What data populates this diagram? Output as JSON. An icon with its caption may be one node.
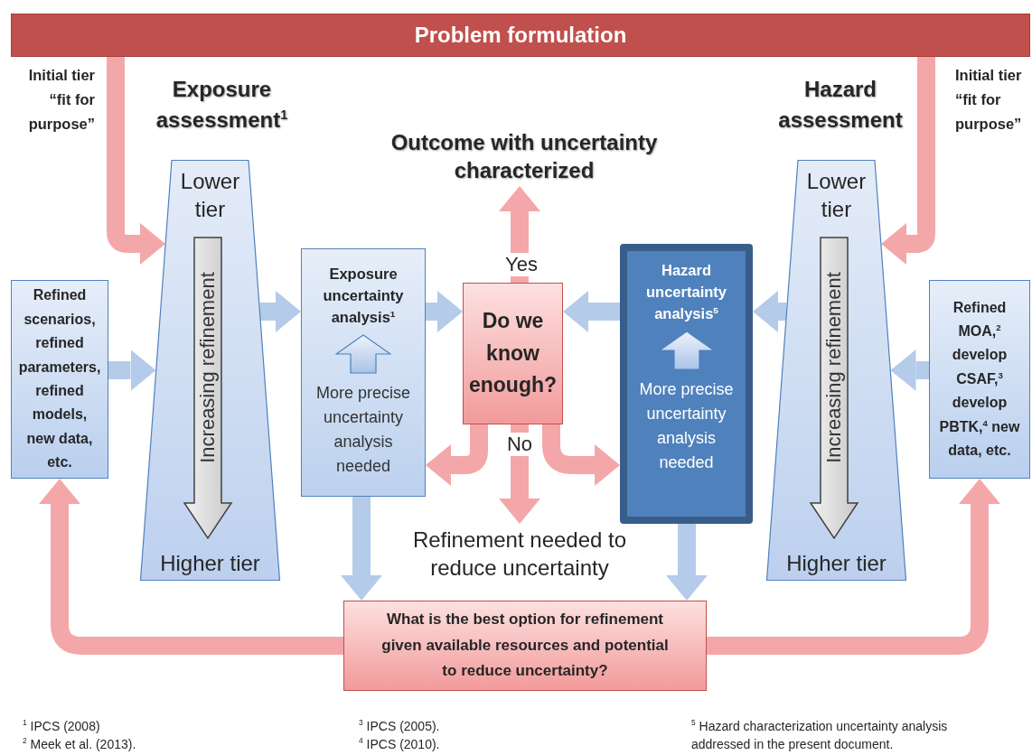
{
  "diagram": {
    "nodes": [
      {
        "text": [
          "Problem formulation"
        ]
      },
      {
        "text": [
          "Lower tier",
          "Higher tier"
        ]
      },
      {
        "text": [
          "Increasing refinement"
        ],
        "in": 1
      },
      {
        "text": [
          "Refined scenarios, refined parameters, refined models, new data, etc."
        ]
      },
      {
        "text": [
          "Exposure uncertainty analysis$^{1}$",
          "More precise uncertainty analysis needed"
        ]
      },
      {
        "text": [
          "Do we know enough?"
        ]
      },
      {
        "text": [
          "Hazard uncertainty analysis$^{5}$",
          "More precise uncertainty analysis needed"
        ]
      },
      {
        "text": [
          "Lower tier",
          "Higher tier"
        ]
      },
      {
        "text": [
          "Increasing refinement"
        ],
        "in": 7
      },
      {
        "text": [
          "Refined MOA,$^{2}$ develop CSAF,$^{3}$ develop PBTK,$^{4}$ new data, etc."
        ]
      },
      {
        "text": [
          "Outcome with uncertainty characterized"
        ]
      },
      {
        "text": [
          "Refinement needed to reduce uncertainty"
        ]
      },
      {
        "text": [
          "What is the best option for refinement given available resources and potential to reduce uncertainty?"
        ]
      }
    ],
    "edges": [
      {
        "from": 0,
        "to": 1,
        "arrow": "to",
        "color": "#f4a7a9"
      },
      {
        "from": 0,
        "to": 7,
        "arrow": "to",
        "color": "#f4a7a9"
      },
      {
        "from": 3,
        "to": 1,
        "arrow": "to",
        "color": "#b4cbea"
      },
      {
        "from": 1,
        "to": 4,
        "arrow": "to",
        "color": "#b4cbea"
      },
      {
        "from": 4,
        "to": 5,
        "arrow": "to",
        "color": "#b4cbea"
      },
      {
        "from": 6,
        "to": 5,
        "arrow": "to",
        "color": "#b4cbea"
      },
      {
        "from": 7,
        "to": 6,
        "arrow": "to",
        "color": "#b4cbea"
      },
      {
        "from": 9,
        "to": 7,
        "arrow": "to",
        "color": "#b4cbea"
      },
      {
        "from": 5,
        "to": 10,
        "arrow": "to",
        "label": "Yes",
        "color": "#f4a7a9"
      },
      {
        "from": 5,
        "to": 4,
        "arrow": "to",
        "color": "#f4a7a9"
      },
      {
        "from": 5,
        "to": 6,
        "arrow": "to",
        "color": "#f4a7a9"
      },
      {
        "from": 5,
        "to": 11,
        "arrow": "to",
        "label": "No",
        "color": "#f4a7a9"
      },
      {
        "from": 4,
        "to": 12,
        "arrow": "to",
        "color": "#b4cbea"
      },
      {
        "from": 6,
        "to": 12,
        "arrow": "to",
        "color": "#b4cbea"
      },
      {
        "from": 12,
        "to": 3,
        "arrow": "to",
        "color": "#f4a7a9"
      },
      {
        "from": 12,
        "to": 9,
        "arrow": "to",
        "color": "#f4a7a9"
      }
    ],
    "labels": [
      "Initial tier “fit for purpose”",
      "Exposure assessment$^{1}$",
      "Hazard assessment",
      "Initial tier “fit for purpose”",
      "$^{1}$ IPCS (2008)",
      "$^{3}$ IPCS (2005).",
      "$^{5}$ Hazard characterization uncertainty analysis addressed in the present document.",
      "$^{2}$ Meek et al. (2013).",
      "$^{4}$ IPCS (2010)."
    ]
  }
}
